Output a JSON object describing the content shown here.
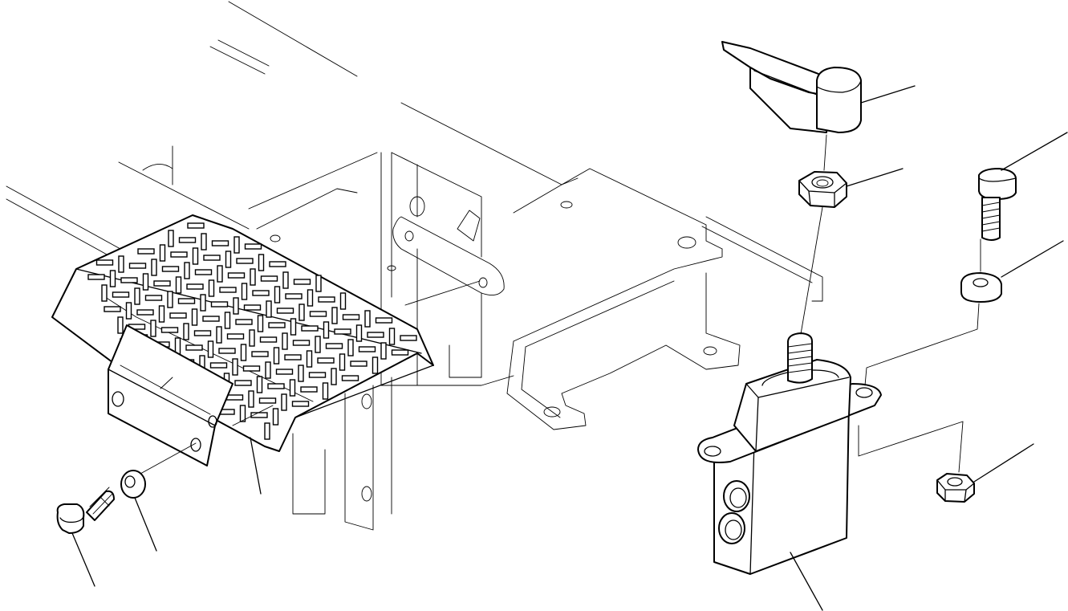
{
  "drawing": {
    "type": "exploded-parts-diagram",
    "callout_labels": [],
    "background": "#ffffff",
    "line_color": "#000000",
    "parts": [
      {
        "name": "frame-bracket"
      },
      {
        "name": "checker-plate-step"
      },
      {
        "name": "hinge-bracket"
      },
      {
        "name": "step-bolt"
      },
      {
        "name": "step-washer"
      },
      {
        "name": "control-lever-knob"
      },
      {
        "name": "lever-nut"
      },
      {
        "name": "valve-mount-bolt"
      },
      {
        "name": "valve-mount-washer"
      },
      {
        "name": "valve-mount-nut"
      },
      {
        "name": "control-valve"
      }
    ]
  }
}
